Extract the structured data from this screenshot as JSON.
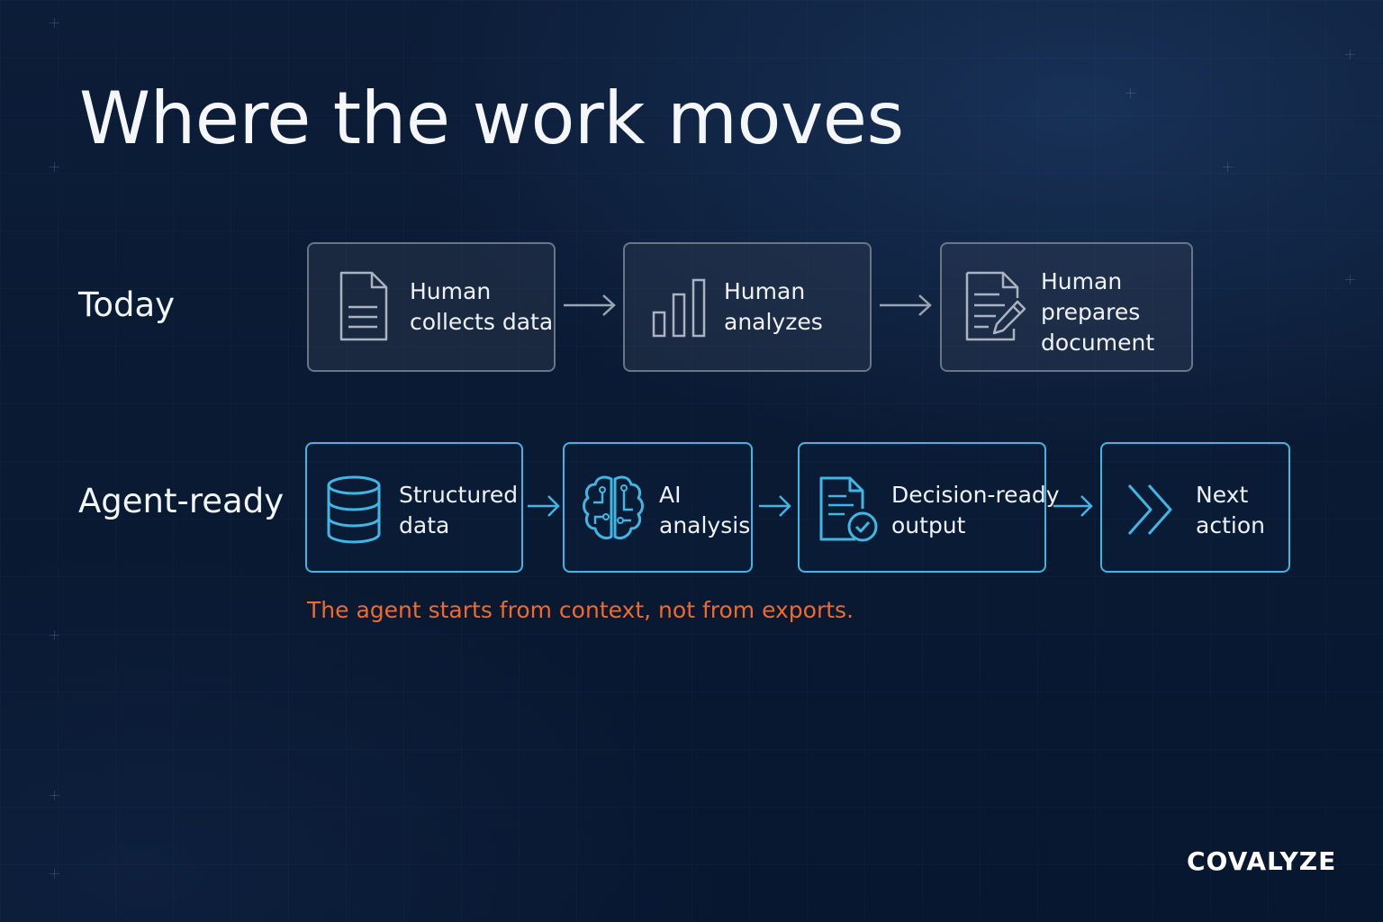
{
  "title": "Where the work moves",
  "today": {
    "label": "Today",
    "steps": [
      {
        "icon": "document-icon",
        "lines": [
          "Human",
          "collects data"
        ]
      },
      {
        "icon": "bar-chart-icon",
        "lines": [
          "Human",
          "analyzes"
        ]
      },
      {
        "icon": "document-edit-icon",
        "lines": [
          "Human",
          "prepares",
          "document"
        ]
      }
    ]
  },
  "agent_ready": {
    "label": "Agent-ready",
    "steps": [
      {
        "icon": "database-icon",
        "lines": [
          "Structured",
          "data"
        ]
      },
      {
        "icon": "brain-circuit-icon",
        "lines": [
          "AI",
          "analysis"
        ]
      },
      {
        "icon": "document-check-icon",
        "lines": [
          "Decision-ready",
          "output"
        ]
      },
      {
        "icon": "double-chevron-right-icon",
        "lines": [
          "Next",
          "action"
        ]
      }
    ]
  },
  "tagline": "The agent starts from context, not from exports.",
  "brand": "COVALYZE",
  "colors": {
    "background": "#0a1a33",
    "today_border": "#6a7586",
    "agent_border": "#3fb6e4",
    "accent_orange": "#f06a2c",
    "text": "#f2f5fa"
  }
}
